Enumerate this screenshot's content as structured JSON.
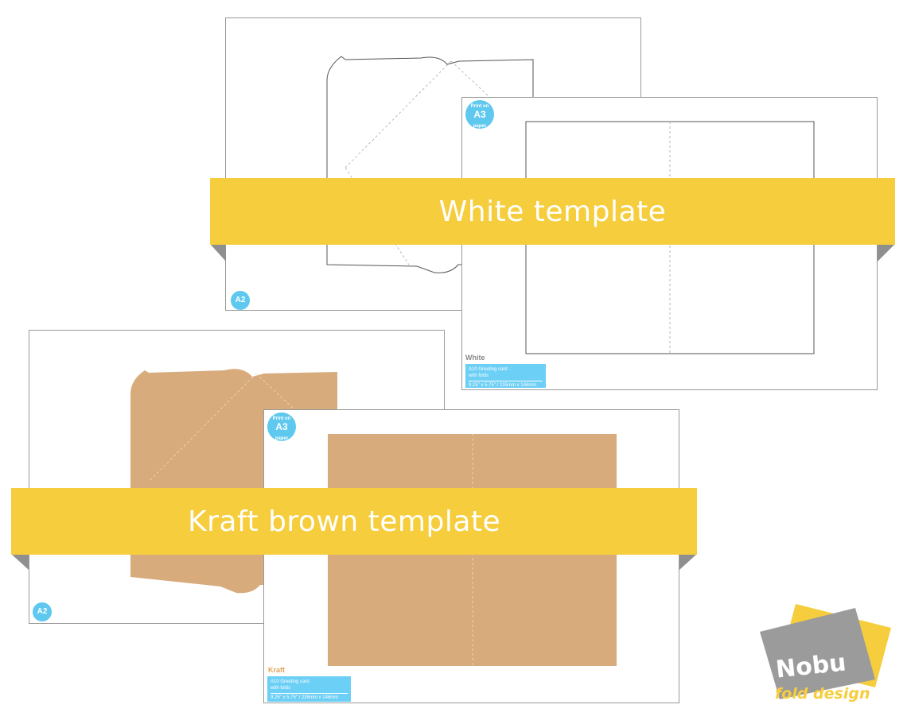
{
  "ribbons": {
    "white": "White template",
    "kraft": "Kraft brown template"
  },
  "sheets": {
    "white_envelope": {
      "badge_size": "A2"
    },
    "white_card": {
      "badge_top": "Print on",
      "badge_size": "A3",
      "badge_bottom": "paper",
      "kind": "White",
      "label_line1": "A10 Greeting card",
      "label_line2": "with folds",
      "dimensions": "9.25\" x 5.75\" / 235mm x 146mm"
    },
    "kraft_envelope": {
      "badge_size": "A2"
    },
    "kraft_card": {
      "badge_top": "Print on",
      "badge_size": "A3",
      "badge_bottom": "paper",
      "kind": "Kraft",
      "label_line1": "A10 Greeting card",
      "label_line2": "with folds",
      "dimensions": "9.25\" x 5.75\" / 235mm x 146mm"
    }
  },
  "logo": {
    "name": "Nobu",
    "tagline": "fold design"
  },
  "colors": {
    "ribbon": "#f6cd3d",
    "kraft": "#d8ab7c",
    "badge": "#5ec8ee",
    "logo_gray": "#9b9b9b",
    "logo_yellow": "#f6cd3d"
  }
}
